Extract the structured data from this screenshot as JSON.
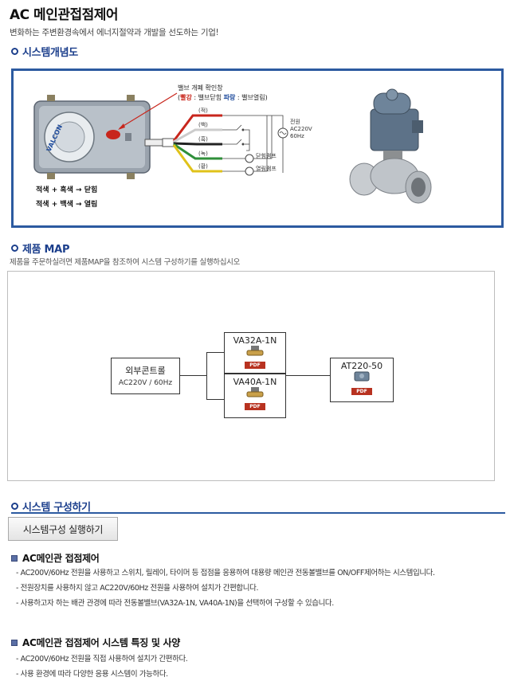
{
  "header": {
    "title": "AC 메인관접점제어",
    "tagline": "변화하는 주변환경속에서 에너지절약과 개발을 선도하는 기업!"
  },
  "sections": {
    "concept": "시스템개념도",
    "product_map": "제품 MAP",
    "product_map_desc": "제품을 주문하실려면 제품MAP을 참조하여 시스템 구성하기를 실행하십시오",
    "compose": "시스템 구성하기"
  },
  "diagram": {
    "confirm_window": "밸브 개폐 확인창",
    "paren_open": "(",
    "red_label": "빨강",
    "red_text": " : 밸브닫힘  ",
    "blue_label": "파랑",
    "blue_text": " : 밸브열림)",
    "wires": [
      "(적)",
      "(백)",
      "(흑)",
      "(녹)",
      "(황)"
    ],
    "power_label": "전원",
    "power_voltage": "AC220V",
    "power_freq": "60Hz",
    "lamp_close": "닫힘램프",
    "lamp_open": "열림램프",
    "brand": "VALCON",
    "legend_close": "적색 + 흑색 → 닫힘",
    "legend_open": "적색 + 백색 → 열림",
    "colors": {
      "red": "#c8261c",
      "white": "#dddddd",
      "black": "#222222",
      "green": "#2f8f3a",
      "yellow": "#e0c21a"
    }
  },
  "map": {
    "external": {
      "title": "외부콘트롤",
      "sub": "AC220V / 60Hz"
    },
    "valve1": {
      "title": "VA32A-1N",
      "pdf": "PDF"
    },
    "valve2": {
      "title": "VA40A-1N",
      "pdf": "PDF"
    },
    "actuator": {
      "title": "AT220-50",
      "pdf": "PDF"
    }
  },
  "compose_button": "시스템구성 실행하기",
  "info_blocks": [
    {
      "title": "AC메인관 접점제어",
      "items": [
        "AC200V/60Hz 전원을 사용하고 스위치, 릴레이, 타이머 등 접점을 응용하여 대용량 메인관 전동볼밸브를 ON/OFF제어하는 시스템입니다.",
        "전원장치를 사용하지 않고 AC220V/60Hz 전원을 사용하여 설치가 간편합니다.",
        "사용하고자 하는 배관 관경에 따라 전동볼밸브(VA32A-1N, VA40A-1N)을 선택하여 구성할 수 있습니다."
      ]
    },
    {
      "title": "AC메인관 접점제어 시스템 특징 및 사양",
      "items": [
        "AC200V/60Hz 전원을 직접 사용하여 설치가 간편하다.",
        "사용 환경에 따라 다양한 응용 시스템이 가능하다."
      ]
    }
  ]
}
